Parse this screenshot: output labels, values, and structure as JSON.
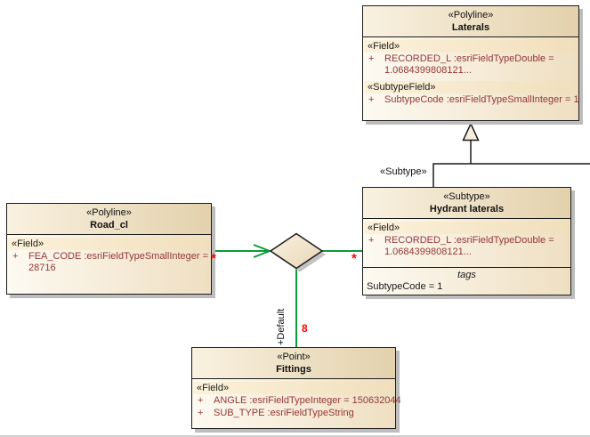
{
  "diagram": {
    "classes": {
      "laterals": {
        "stereotype": "«Polyline»",
        "name": "Laterals",
        "field_header": "«Field»",
        "attr1": {
          "vis": "+",
          "text": "RECORDED_L :esriFieldTypeDouble =",
          "wrap": "1.0684399808121..."
        },
        "subtype_field_header": "«SubtypeField»",
        "attr2": {
          "vis": "+",
          "text": "SubtypeCode :esriFieldTypeSmallInteger = 1"
        }
      },
      "hydrant_laterals": {
        "stereotype": "«Subtype»",
        "name": "Hydrant laterals",
        "field_header": "«Field»",
        "attr1": {
          "vis": "+",
          "text": "RECORDED_L :esriFieldTypeDouble =",
          "wrap": "1.0684399808121..."
        },
        "tags_label": "tags",
        "tags_value": "SubtypeCode = 1"
      },
      "road_cl": {
        "stereotype": "«Polyline»",
        "name": "Road_cl",
        "field_header": "«Field»",
        "attr1": {
          "vis": "+",
          "text": "FEA_CODE :esriFieldTypeSmallInteger =",
          "wrap": "28716"
        }
      },
      "fittings": {
        "stereotype": "«Point»",
        "name": "Fittings",
        "field_header": "«Field»",
        "attr1": {
          "vis": "+",
          "text": "ANGLE :esriFieldTypeInteger = 150632044"
        },
        "attr2": {
          "vis": "+",
          "text": "SUB_TYPE :esriFieldTypeString"
        }
      }
    },
    "connectors": {
      "generalization_label": "«Subtype»",
      "road_multiplicity": "*",
      "hydrant_multiplicity": "*",
      "default_role": "+Default",
      "default_multiplicity": "8"
    },
    "colors": {
      "association_green": "#0B9B38",
      "attribute_text": "#953735",
      "multiplicity_red": "#FF0000",
      "box_fill_light": "#FDFAF2",
      "box_fill_dark": "#E3D1AC",
      "shadow_gray": "#BDBDBD",
      "line_black": "#1C1C1C"
    }
  }
}
